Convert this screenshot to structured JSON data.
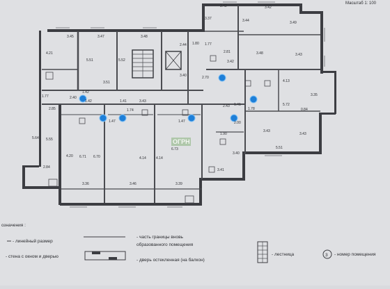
{
  "scale_label": "Масштаб 1: 100",
  "watermark": "ОГРН",
  "dimensions": [
    {
      "id": "d1",
      "text": "4.21"
    },
    {
      "id": "d2",
      "text": "3.45"
    },
    {
      "id": "d3",
      "text": "3.47"
    },
    {
      "id": "d4",
      "text": "3.48"
    },
    {
      "id": "d5",
      "text": "5.51"
    },
    {
      "id": "d6",
      "text": "5.52"
    },
    {
      "id": "d7",
      "text": "3.51"
    },
    {
      "id": "d8",
      "text": "2.44"
    },
    {
      "id": "d9",
      "text": "1.80"
    },
    {
      "id": "d10",
      "text": "3.40"
    },
    {
      "id": "d11",
      "text": "3.37"
    },
    {
      "id": "d12",
      "text": "3.42"
    },
    {
      "id": "d13",
      "text": "3.44"
    },
    {
      "id": "d14",
      "text": "3.42"
    },
    {
      "id": "d15",
      "text": "3.49"
    },
    {
      "id": "d16",
      "text": "1.77"
    },
    {
      "id": "d17",
      "text": "2.81"
    },
    {
      "id": "d18",
      "text": "3.48"
    },
    {
      "id": "d19",
      "text": "3.43"
    },
    {
      "id": "d20",
      "text": "3.42"
    },
    {
      "id": "d21",
      "text": "2.70"
    },
    {
      "id": "d22",
      "text": "1.42"
    },
    {
      "id": "d23",
      "text": "1.42"
    },
    {
      "id": "d24",
      "text": "1.41"
    },
    {
      "id": "d25",
      "text": "3.43"
    },
    {
      "id": "d26",
      "text": "1.78"
    },
    {
      "id": "d27",
      "text": "3.35"
    },
    {
      "id": "d28",
      "text": "5.72"
    },
    {
      "id": "d29",
      "text": "2.43"
    },
    {
      "id": "d30",
      "text": "1.41"
    },
    {
      "id": "d31",
      "text": "0.84"
    },
    {
      "id": "d32",
      "text": "4.13"
    },
    {
      "id": "d33",
      "text": "5.64"
    },
    {
      "id": "d34",
      "text": "5.55"
    },
    {
      "id": "d35",
      "text": "4.20"
    },
    {
      "id": "d36",
      "text": "6.71"
    },
    {
      "id": "d37",
      "text": "6.70"
    },
    {
      "id": "d38",
      "text": "4.14"
    },
    {
      "id": "d39",
      "text": "4.14"
    },
    {
      "id": "d40",
      "text": "6.73"
    },
    {
      "id": "d41",
      "text": "3.43"
    },
    {
      "id": "d42",
      "text": "5.51"
    },
    {
      "id": "d43",
      "text": "3.43"
    },
    {
      "id": "d44",
      "text": "3.36"
    },
    {
      "id": "d45",
      "text": "3.46"
    },
    {
      "id": "d46",
      "text": "3.39"
    },
    {
      "id": "d47",
      "text": "2.84"
    },
    {
      "id": "d48",
      "text": "2.85"
    },
    {
      "id": "d49",
      "text": "3.41"
    },
    {
      "id": "d50",
      "text": "1.77"
    },
    {
      "id": "d51",
      "text": "3.40"
    },
    {
      "id": "d52",
      "text": "1.47"
    },
    {
      "id": "d53",
      "text": "1.47"
    },
    {
      "id": "d54",
      "text": "2.00"
    },
    {
      "id": "d55",
      "text": "1.74"
    },
    {
      "id": "d56",
      "text": "2.40"
    },
    {
      "id": "d57",
      "text": "1.90"
    }
  ],
  "legend": {
    "title": "означения :",
    "items": [
      {
        "id": "l1",
        "text": "- линейный размер"
      },
      {
        "id": "l2",
        "text": "- часть границы вновь"
      },
      {
        "id": "l3",
        "text": "образованного помещения"
      },
      {
        "id": "l4",
        "text": "- стена с окном и дверью"
      },
      {
        "id": "l5",
        "text": "- дверь остекленная (на балкон)"
      },
      {
        "id": "l6",
        "text": "- лестница"
      },
      {
        "id": "l7",
        "text": "- номер помещения"
      },
      {
        "id": "l8",
        "text": "3"
      }
    ]
  },
  "colors": {
    "marker": "#1e7fd8",
    "wall": "#3c3d42",
    "paper": "#e3e4e7"
  }
}
